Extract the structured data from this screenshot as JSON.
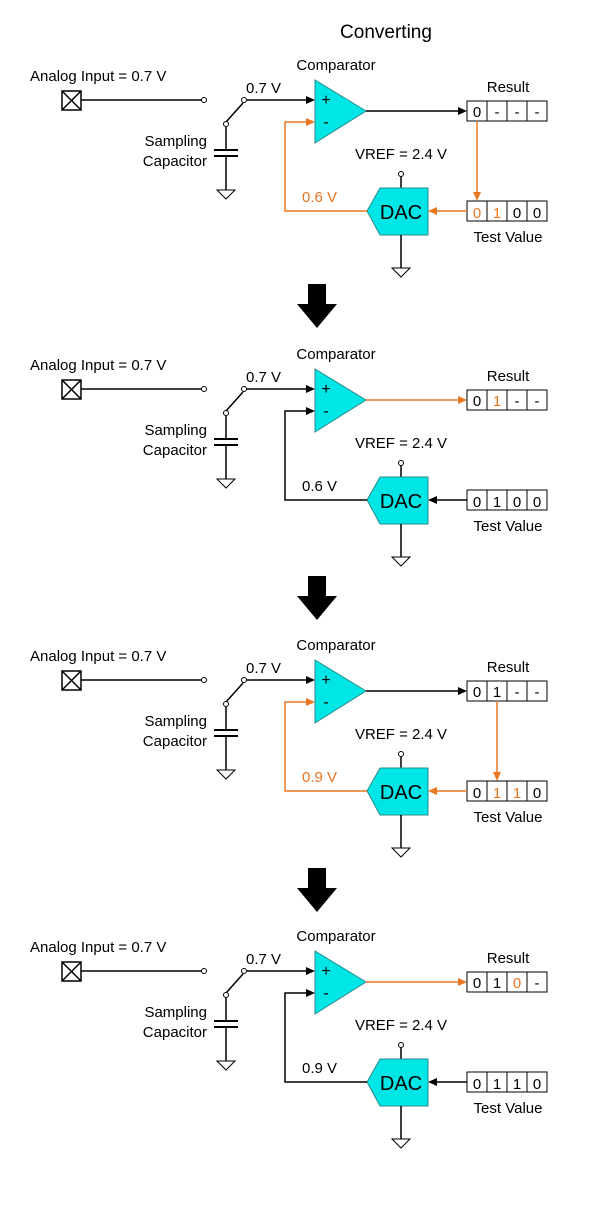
{
  "title": "Converting",
  "colors": {
    "wire": "#000000",
    "active": "#e87722",
    "block_fill": "#00e5e5",
    "block_stroke": "#2a8a8a",
    "text": "#000000"
  },
  "stages": [
    {
      "input_label": "Analog Input = 0.7 V",
      "input_voltage": "0.7 V",
      "comparator_label": "Comparator",
      "plus": "+",
      "minus": "-",
      "cap_label_1": "Sampling",
      "cap_label_2": "Capacitor",
      "vref_label": "VREF = 2.4 V",
      "dac_label": "DAC",
      "dac_voltage": "0.6 V",
      "result_label": "Result",
      "result_bits": [
        "0",
        "-",
        "-",
        "-"
      ],
      "result_highlight": [
        false,
        false,
        false,
        false
      ],
      "test_label": "Test Value",
      "test_bits": [
        "0",
        "1",
        "0",
        "0"
      ],
      "test_highlight": [
        true,
        true,
        false,
        false
      ],
      "feedback_active": true,
      "output_active": false,
      "result_to_test": true,
      "result_to_test_col": 0
    },
    {
      "input_label": "Analog Input = 0.7 V",
      "input_voltage": "0.7 V",
      "comparator_label": "Comparator",
      "plus": "+",
      "minus": "-",
      "cap_label_1": "Sampling",
      "cap_label_2": "Capacitor",
      "vref_label": "VREF = 2.4 V",
      "dac_label": "DAC",
      "dac_voltage": "0.6 V",
      "result_label": "Result",
      "result_bits": [
        "0",
        "1",
        "-",
        "-"
      ],
      "result_highlight": [
        false,
        true,
        false,
        false
      ],
      "test_label": "Test Value",
      "test_bits": [
        "0",
        "1",
        "0",
        "0"
      ],
      "test_highlight": [
        false,
        false,
        false,
        false
      ],
      "feedback_active": false,
      "output_active": true,
      "result_to_test": false,
      "result_to_test_col": 0
    },
    {
      "input_label": "Analog Input = 0.7 V",
      "input_voltage": "0.7 V",
      "comparator_label": "Comparator",
      "plus": "+",
      "minus": "-",
      "cap_label_1": "Sampling",
      "cap_label_2": "Capacitor",
      "vref_label": "VREF = 2.4 V",
      "dac_label": "DAC",
      "dac_voltage": "0.9 V",
      "result_label": "Result",
      "result_bits": [
        "0",
        "1",
        "-",
        "-"
      ],
      "result_highlight": [
        false,
        false,
        false,
        false
      ],
      "test_label": "Test Value",
      "test_bits": [
        "0",
        "1",
        "1",
        "0"
      ],
      "test_highlight": [
        false,
        true,
        true,
        false
      ],
      "feedback_active": true,
      "output_active": false,
      "result_to_test": true,
      "result_to_test_col": 1
    },
    {
      "input_label": "Analog Input = 0.7 V",
      "input_voltage": "0.7 V",
      "comparator_label": "Comparator",
      "plus": "+",
      "minus": "-",
      "cap_label_1": "Sampling",
      "cap_label_2": "Capacitor",
      "vref_label": "VREF = 2.4 V",
      "dac_label": "DAC",
      "dac_voltage": "0.9 V",
      "result_label": "Result",
      "result_bits": [
        "0",
        "1",
        "0",
        "-"
      ],
      "result_highlight": [
        false,
        false,
        true,
        false
      ],
      "test_label": "Test Value",
      "test_bits": [
        "0",
        "1",
        "1",
        "0"
      ],
      "test_highlight": [
        false,
        false,
        false,
        false
      ],
      "feedback_active": false,
      "output_active": true,
      "result_to_test": false,
      "result_to_test_col": 0
    }
  ]
}
